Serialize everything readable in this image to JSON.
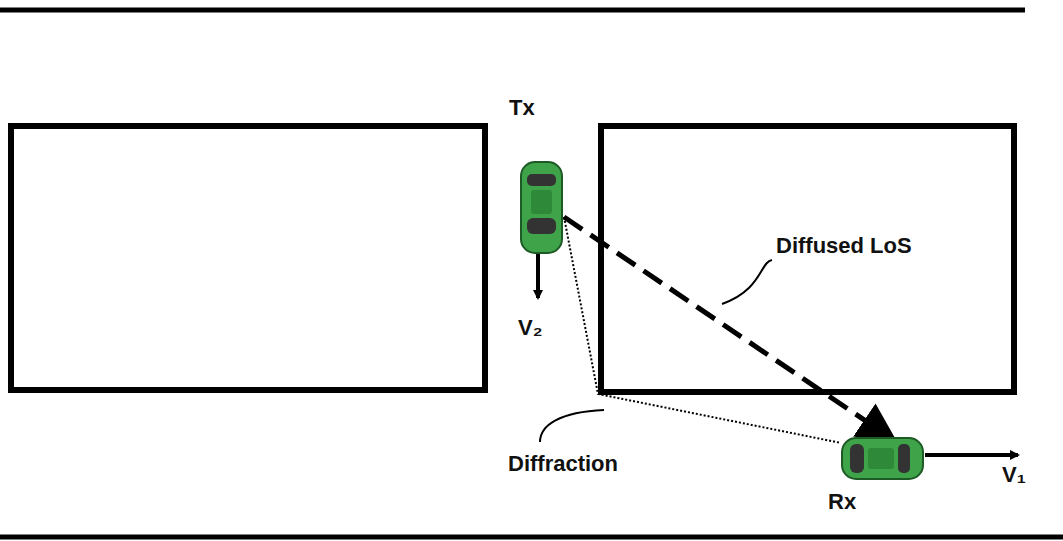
{
  "diagram": {
    "nodes": [
      {
        "text": [
          "Tx"
        ]
      },
      {
        "text": [
          "Rx"
        ]
      }
    ],
    "edges": [
      {
        "from": 0,
        "to": 1,
        "arrow": "to"
      },
      {
        "from": 0,
        "to": 1,
        "arrow": "none"
      }
    ],
    "labels": [
      "V₂",
      "Diffused LoS",
      "Diffraction",
      "V₁"
    ]
  }
}
